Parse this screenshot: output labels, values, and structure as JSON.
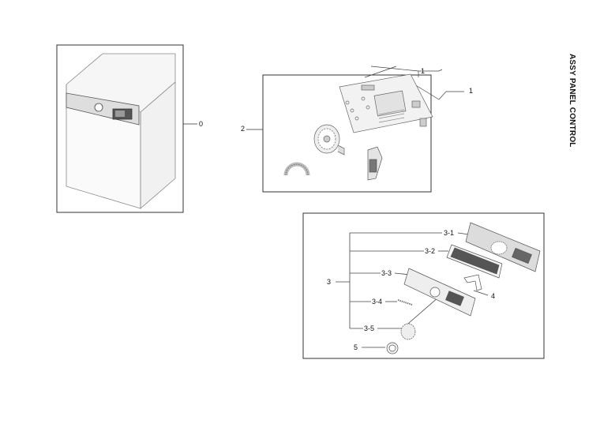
{
  "title": "ASSY PANEL CONTROL",
  "callouts": {
    "c0": "0",
    "c1a": "1",
    "c1b": "1",
    "c2": "2",
    "c3": "3",
    "c3_1": "3-1",
    "c3_2": "3-2",
    "c3_3": "3-3",
    "c3_4": "3-4",
    "c3_5": "3-5",
    "c4": "4",
    "c5": "5"
  }
}
